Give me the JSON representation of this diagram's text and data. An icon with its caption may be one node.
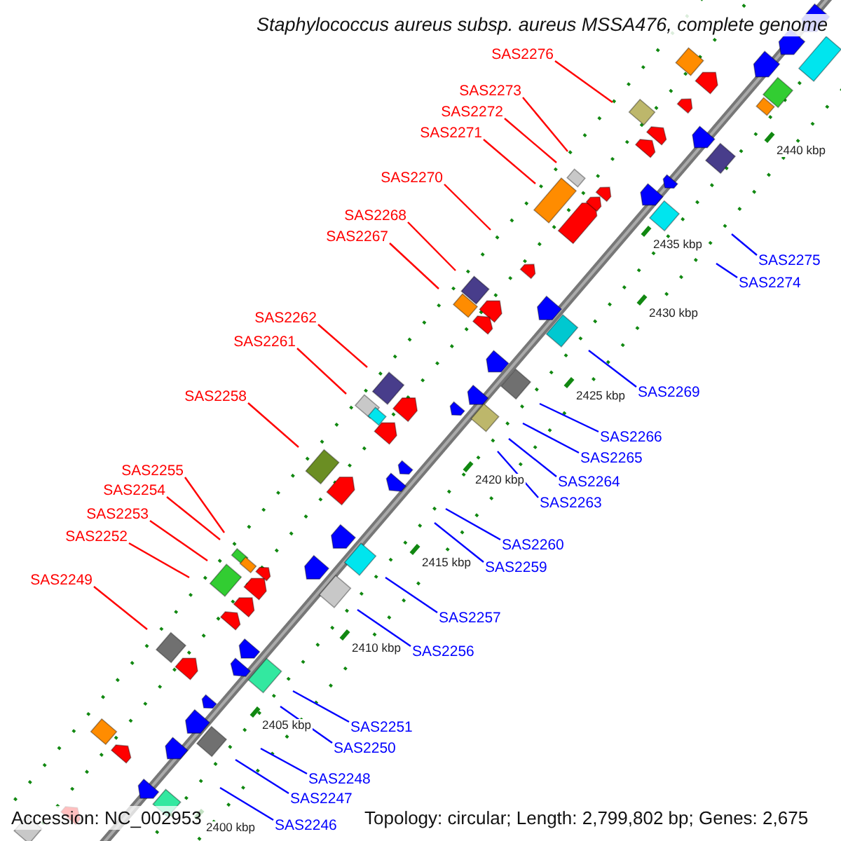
{
  "diagram": {
    "title": "Staphylococcus aureus subsp. aureus MSSA476, complete genome",
    "nodes": [
      {
        "text": [
          "SAS2276"
        ]
      },
      {
        "text": [
          "SAS2273"
        ]
      },
      {
        "text": [
          "SAS2272"
        ]
      },
      {
        "text": [
          "SAS2271"
        ]
      },
      {
        "text": [
          "SAS2270"
        ]
      },
      {
        "text": [
          "SAS2268"
        ]
      },
      {
        "text": [
          "SAS2267"
        ]
      },
      {
        "text": [
          "SAS2275"
        ]
      },
      {
        "text": [
          "SAS2274"
        ]
      },
      {
        "text": [
          "SAS2262"
        ]
      },
      {
        "text": [
          "SAS2261"
        ]
      },
      {
        "text": [
          "SAS2269"
        ]
      },
      {
        "text": [
          "SAS2258"
        ]
      },
      {
        "text": [
          "SAS2266"
        ]
      },
      {
        "text": [
          "SAS2265"
        ]
      },
      {
        "text": [
          "SAS2264"
        ]
      },
      {
        "text": [
          "SAS2263"
        ]
      },
      {
        "text": [
          "SAS2255"
        ]
      },
      {
        "text": [
          "SAS2254"
        ]
      },
      {
        "text": [
          "SAS2253"
        ]
      },
      {
        "text": [
          "SAS2252"
        ]
      },
      {
        "text": [
          "SAS2260"
        ]
      },
      {
        "text": [
          "SAS2259"
        ]
      },
      {
        "text": [
          "SAS2249"
        ]
      },
      {
        "text": [
          "SAS2257"
        ]
      },
      {
        "text": [
          "SAS2256"
        ]
      },
      {
        "text": [
          "SAS2251"
        ]
      },
      {
        "text": [
          "SAS2250"
        ]
      },
      {
        "text": [
          "SAS2248"
        ]
      },
      {
        "text": [
          "SAS2247"
        ]
      },
      {
        "text": [
          "SAS2246"
        ]
      }
    ],
    "edges": [
      {
        "from": 0,
        "to": null,
        "arrow": "none",
        "color": "#ff0000"
      },
      {
        "from": 1,
        "to": null,
        "arrow": "none",
        "color": "#ff0000"
      },
      {
        "from": 2,
        "to": null,
        "arrow": "none",
        "color": "#ff0000"
      },
      {
        "from": 3,
        "to": null,
        "arrow": "none",
        "color": "#ff0000"
      },
      {
        "from": 4,
        "to": null,
        "arrow": "none",
        "color": "#ff0000"
      },
      {
        "from": 5,
        "to": null,
        "arrow": "none",
        "color": "#ff0000"
      },
      {
        "from": 6,
        "to": null,
        "arrow": "none",
        "color": "#ff0000"
      },
      {
        "from": 7,
        "to": null,
        "arrow": "none"
      },
      {
        "from": 8,
        "to": null,
        "arrow": "none"
      },
      {
        "from": 9,
        "to": null,
        "arrow": "none",
        "color": "#ff0000"
      },
      {
        "from": 10,
        "to": null,
        "arrow": "none",
        "color": "#ff0000"
      },
      {
        "from": 11,
        "to": null,
        "arrow": "none"
      },
      {
        "from": 12,
        "to": null,
        "arrow": "none",
        "color": "#ff0000"
      },
      {
        "from": 13,
        "to": null,
        "arrow": "none"
      },
      {
        "from": 14,
        "to": null,
        "arrow": "none"
      },
      {
        "from": 15,
        "to": null,
        "arrow": "none"
      },
      {
        "from": 16,
        "to": null,
        "arrow": "none"
      },
      {
        "from": 17,
        "to": null,
        "arrow": "none",
        "color": "#ff0000"
      },
      {
        "from": 18,
        "to": null,
        "arrow": "none",
        "color": "#ff0000"
      },
      {
        "from": 19,
        "to": null,
        "arrow": "none",
        "color": "#ff0000"
      },
      {
        "from": 20,
        "to": null,
        "arrow": "none",
        "color": "#ff0000"
      },
      {
        "from": 21,
        "to": null,
        "arrow": "none"
      },
      {
        "from": 22,
        "to": null,
        "arrow": "none"
      },
      {
        "from": 23,
        "to": null,
        "arrow": "none",
        "color": "#ff0000"
      },
      {
        "from": 24,
        "to": null,
        "arrow": "none"
      },
      {
        "from": 25,
        "to": null,
        "arrow": "none"
      },
      {
        "from": 26,
        "to": null,
        "arrow": "none"
      },
      {
        "from": 27,
        "to": null,
        "arrow": "none"
      },
      {
        "from": 28,
        "to": null,
        "arrow": "none"
      },
      {
        "from": 29,
        "to": null,
        "arrow": "none"
      },
      {
        "from": 30,
        "to": null,
        "arrow": "none"
      }
    ],
    "labels": [
      "2440 kbp",
      "2435 kbp",
      "2430 kbp",
      "2425 kbp",
      "2420 kbp",
      "2415 kbp",
      "2410 kbp",
      "2405 kbp",
      "2400 kbp",
      "Accession: NC_002953",
      "Topology: circular; Length: 2,799,802 bp; Genes: 2,675"
    ]
  }
}
